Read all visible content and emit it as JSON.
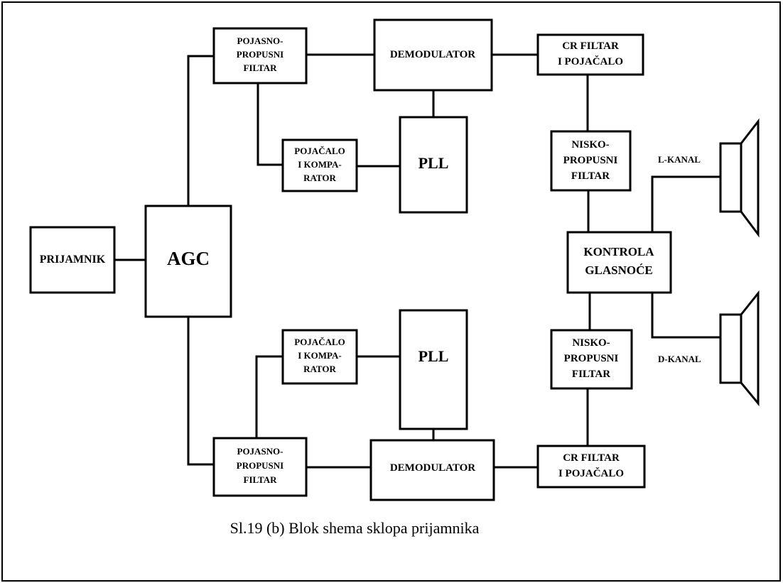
{
  "blocks": {
    "prijamnik": [
      "PRIJAMNIK"
    ],
    "agc": [
      "AGC"
    ],
    "bpf_top": [
      "POJASNO-",
      "PROPUSNI",
      "FILTAR"
    ],
    "bpf_bottom": [
      "POJASNO-",
      "PROPUSNI",
      "FILTAR"
    ],
    "amp_top": [
      "POJAČALO",
      "I KOMPA-",
      "RATOR"
    ],
    "amp_bottom": [
      "POJAČALO",
      "I KOMPA-",
      "RATOR"
    ],
    "demod_top": [
      "DEMODULATOR"
    ],
    "demod_bottom": [
      "DEMODULATOR"
    ],
    "pll_top": [
      "PLL"
    ],
    "pll_bottom": [
      "PLL"
    ],
    "cr_top": [
      "CR FILTAR",
      "I POJAČALO"
    ],
    "cr_bottom": [
      "CR FILTAR",
      "I POJAČALO"
    ],
    "lpf_top": [
      "NISKO-",
      "PROPUSNI",
      "FILTAR"
    ],
    "lpf_bottom": [
      "NISKO-",
      "PROPUSNI",
      "FILTAR"
    ],
    "volume": [
      "KONTROLA",
      "GLASNOĆE"
    ]
  },
  "labels": {
    "left_channel": "L-KANAL",
    "right_channel": "D-KANAL"
  },
  "caption": "Sl.19 (b) Blok shema sklopa prijamnika"
}
